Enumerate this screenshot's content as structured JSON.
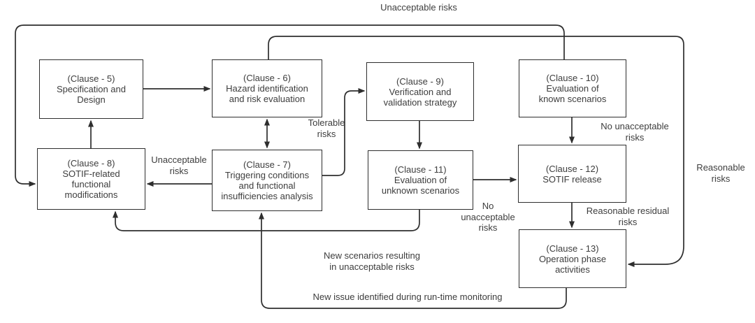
{
  "diagram": {
    "background_color": "#ffffff",
    "line_color": "#2e2e2e",
    "text_color": "#3d3d3d",
    "nodes": [
      {
        "id": "clause5",
        "clause": "(Clause - 5)",
        "title": "Specification and\nDesign"
      },
      {
        "id": "clause6",
        "clause": "(Clause - 6)",
        "title": "Hazard identification\nand risk evaluation"
      },
      {
        "id": "clause9",
        "clause": "(Clause - 9)",
        "title": "Verification and\nvalidation strategy"
      },
      {
        "id": "clause10",
        "clause": "(Clause - 10)",
        "title": "Evaluation of\nknown scenarios"
      },
      {
        "id": "clause8",
        "clause": "(Clause - 8)",
        "title": "SOTIF-related\nfunctional\nmodifications"
      },
      {
        "id": "clause7",
        "clause": "(Clause - 7)",
        "title": "Triggering conditions\nand functional\ninsufficiencies analysis"
      },
      {
        "id": "clause11",
        "clause": "(Clause - 11)",
        "title": "Evaluation of\nunknown scenarios"
      },
      {
        "id": "clause12",
        "clause": "(Clause - 12)",
        "title": "SOTIF release"
      },
      {
        "id": "clause13",
        "clause": "(Clause - 13)",
        "title": "Operation phase\nactivities"
      }
    ],
    "edge_labels": [
      {
        "id": "unacceptable-risks-top",
        "text": "Unacceptable risks"
      },
      {
        "id": "tolerable-risks",
        "text": "Tolerable\nrisks"
      },
      {
        "id": "unacceptable-risks-c7-c8",
        "text": "Unacceptable\nrisks"
      },
      {
        "id": "no-unacceptable-risks-c10-c12",
        "text": "No unacceptable\nrisks"
      },
      {
        "id": "reasonable-risks",
        "text": "Reasonable\nrisks"
      },
      {
        "id": "no-unacceptable-risks-c11-c12",
        "text": "No\nunacceptable\nrisks"
      },
      {
        "id": "reasonable-residual-risks",
        "text": "Reasonable residual\nrisks"
      },
      {
        "id": "new-scenarios",
        "text": "New scenarios resulting\nin unacceptable risks"
      },
      {
        "id": "new-issue-runtime",
        "text": "New issue identified during run-time monitoring"
      }
    ]
  }
}
